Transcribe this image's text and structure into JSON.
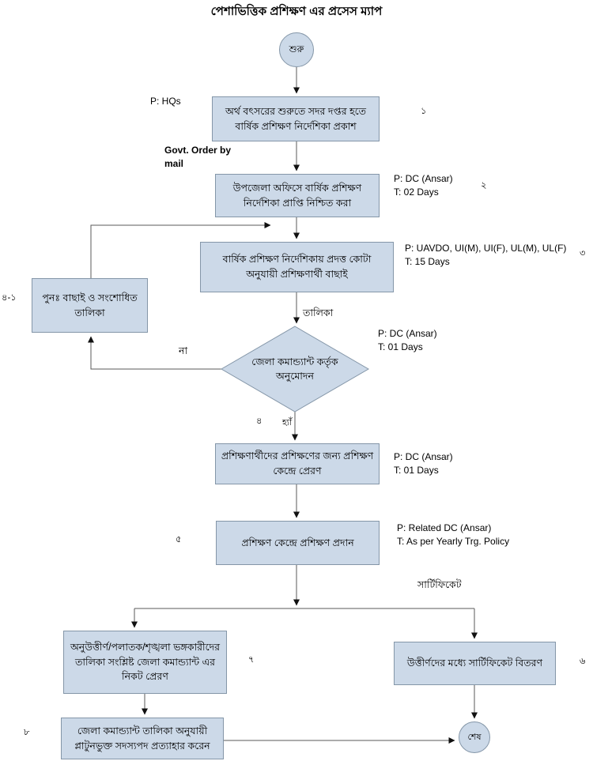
{
  "title": "পেশাভিত্তিক প্রশিক্ষণ এর প্রসেস ম্যাপ",
  "colors": {
    "node_fill": "#ccd9e8",
    "node_border": "#8496a8",
    "line": "#595959",
    "arrow": "#111111",
    "text": "#000000"
  },
  "nodes": {
    "start": {
      "label": "শুরু"
    },
    "step1": {
      "label": "অর্থ বৎসরের শুরুতে সদর দপ্তর হতে বার্ষিক প্রশিক্ষণ নির্দেশিকা প্রকাশ"
    },
    "step2": {
      "label": "উপজেলা অফিসে বার্ষিক প্রশিক্ষণ নির্দেশিকা প্রাপ্তি নিশ্চিত করা"
    },
    "step3": {
      "label": "বার্ষিক প্রশিক্ষণ নির্দেশিকায় প্রদত্ত কোটা অনুযায়ী প্রশিক্ষণার্থী বাছাই"
    },
    "rework": {
      "label": "পুনঃ বাছাই ও সংশোধিত তালিকা"
    },
    "decision": {
      "label": "জেলা কমান্ড্যান্ট কর্তৃক অনুমোদন"
    },
    "step4": {
      "label": "প্রশিক্ষণার্থীদের প্রশিক্ষণের জন্য প্রশিক্ষণ কেন্দ্রে প্রেরণ"
    },
    "step5": {
      "label": "প্রশিক্ষণ কেন্দ্রে প্রশিক্ষণ প্রদান"
    },
    "step7": {
      "label": "অনুউত্তীর্ণ/পলাতক/শৃঙ্খলা ভঙ্গকারীদের তালিকা সংশ্লিষ্ট জেলা কমান্ড্যান্ট এর নিকট প্রেরণ"
    },
    "step6": {
      "label": "উত্তীর্ণদের মধ্যে সার্টিফিকেট বিতরণ"
    },
    "step8": {
      "label": "জেলা কমান্ড্যান্ট তালিকা অনুযায়ী প্লাটুনভুক্ত সদস্যপদ প্রত্যাহার করেন"
    },
    "end": {
      "label": "শেষ"
    }
  },
  "step_numbers": {
    "n1": "১",
    "n2": "২",
    "n3": "৩",
    "n4": "৪",
    "n4_1": "৪-১",
    "n5": "৫",
    "n6": "৬",
    "n7": "৭",
    "n8": "৮"
  },
  "edge_labels": {
    "talika": "তালিকা",
    "no": "না",
    "yes": "হ্যাঁ",
    "certificate": "সার্টিফিকেট"
  },
  "annotations": {
    "hqs": {
      "text": "P: HQs"
    },
    "govt_order": {
      "text": "Govt. Order by mail"
    },
    "step2_pt": {
      "p": "P: DC (Ansar)",
      "t": "T: 02 Days"
    },
    "step3_pt": {
      "p": "P: UAVDO, UI(M), UI(F), UL(M), UL(F)",
      "t": "T: 15 Days"
    },
    "decision_pt": {
      "p": "P: DC (Ansar)",
      "t": "T: 01 Days"
    },
    "step4_pt": {
      "p": "P: DC (Ansar)",
      "t": "T: 01 Days"
    },
    "step5_pt": {
      "p": "P: Related DC (Ansar)",
      "t": "T: As per Yearly Trg. Policy"
    }
  }
}
